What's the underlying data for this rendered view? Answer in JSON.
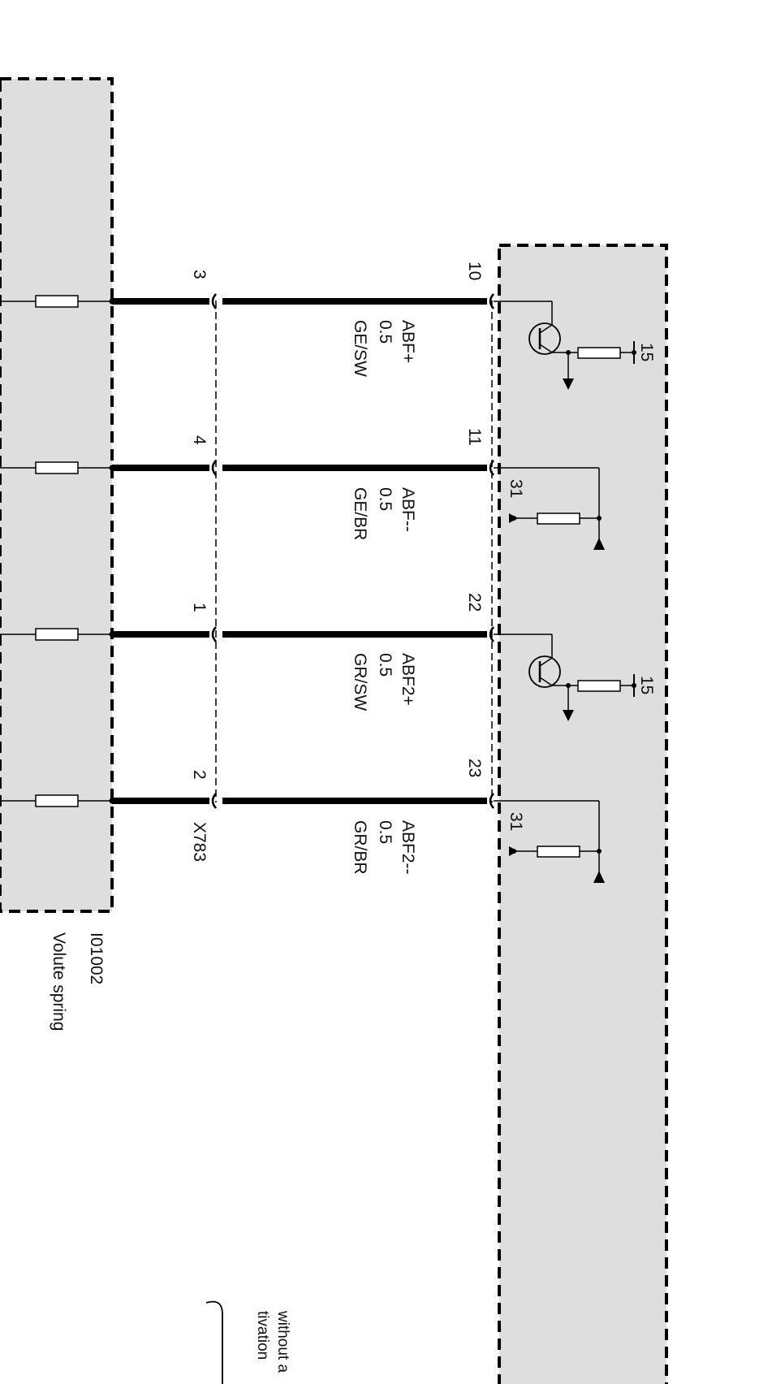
{
  "colors": {
    "module_fill": "#dedede",
    "line": "#000000",
    "text": "#111111"
  },
  "left_module": {
    "id": "I01002",
    "name": "Volute spring"
  },
  "connector": {
    "name": "X783"
  },
  "wires": [
    {
      "connector_pin": "3",
      "module_pin": "10",
      "signal": "ABF+",
      "cross_section": "0.5",
      "color_code": "GE/SW",
      "supply": "15"
    },
    {
      "connector_pin": "4",
      "module_pin": "11",
      "signal": "ABF--",
      "cross_section": "0.5",
      "color_code": "GE/BR",
      "supply": "31"
    },
    {
      "connector_pin": "1",
      "module_pin": "22",
      "signal": "ABF2+",
      "cross_section": "0.5",
      "color_code": "GR/SW",
      "supply": "15"
    },
    {
      "connector_pin": "2",
      "module_pin": "23",
      "signal": "ABF2--",
      "cross_section": "0.5",
      "color_code": "GR/BR",
      "supply": "31"
    }
  ],
  "note": {
    "line1": "without a",
    "line2": "tivation"
  }
}
